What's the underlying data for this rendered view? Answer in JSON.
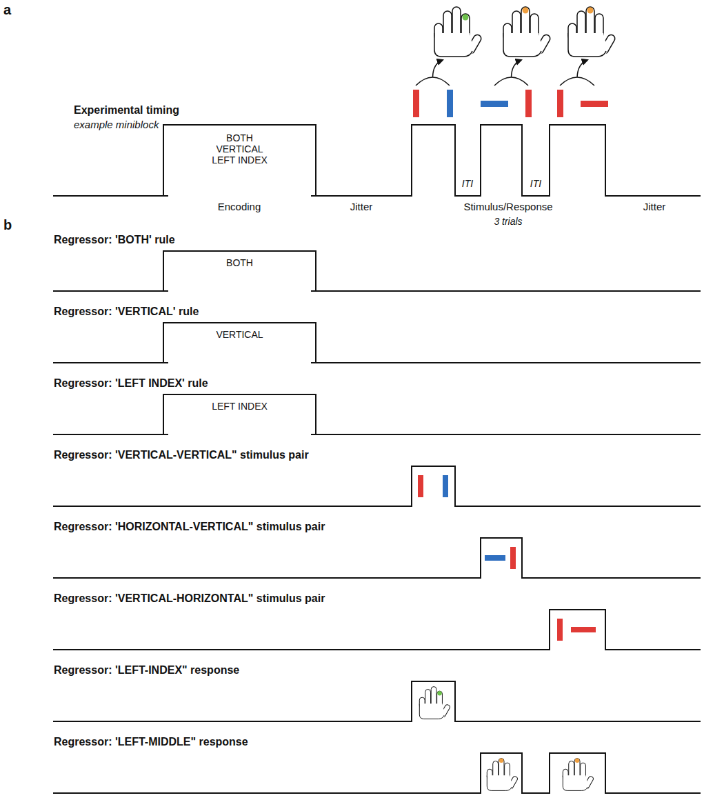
{
  "diagram": {
    "nodes": [
      {
        "text": [
          "BOTH",
          "VERTICAL",
          "LEFT INDEX"
        ]
      },
      {
        "text": [
          "BOTH"
        ]
      },
      {
        "text": [
          "VERTICAL"
        ]
      },
      {
        "text": [
          "LEFT INDEX"
        ]
      }
    ],
    "labels": [
      "a",
      "Experimental timing",
      "example miniblock",
      "Encoding",
      "Jitter",
      "ITI",
      "ITI",
      "Stimulus/Response",
      "3 trials",
      "Jitter",
      "b",
      "Regressor: 'BOTH' rule",
      "Regressor: 'VERTICAL' rule",
      "Regressor: 'LEFT INDEX' rule",
      "Regressor: 'VERTICAL-VERTICAL\" stimulus pair",
      "Regressor: 'HORIZONTAL-VERTICAL\" stimulus pair",
      "Regressor: 'VERTICAL-HORIZONTAL\" stimulus pair",
      "Regressor: 'LEFT-INDEX\" response",
      "Regressor: 'LEFT-MIDDLE\" response"
    ]
  }
}
